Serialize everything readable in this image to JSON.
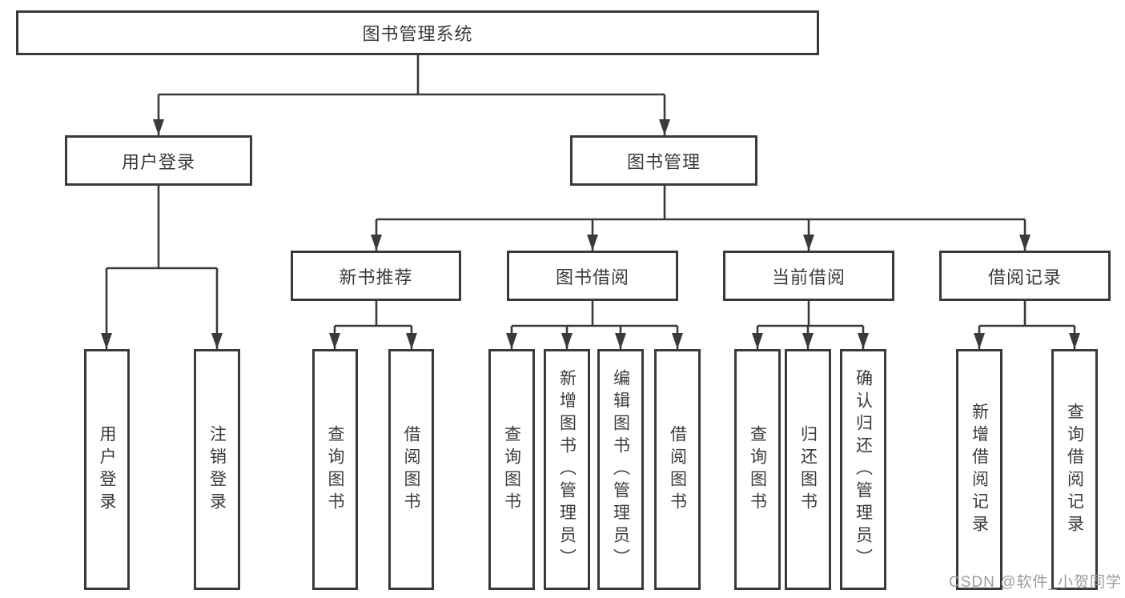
{
  "watermark": "CSDN @软件_小贺同学",
  "colors": {
    "line": "#3a3a3a",
    "text": "#3b3b3b",
    "background": "#ffffff",
    "watermark": "#9c9c9c"
  },
  "nodes": {
    "root": {
      "label": "图书管理系统"
    },
    "user_login": {
      "label": "用户登录"
    },
    "book_mgmt": {
      "label": "图书管理"
    },
    "new_book_rec": {
      "label": "新书推荐"
    },
    "book_borrow": {
      "label": "图书借阅"
    },
    "current_borrow": {
      "label": "当前借阅"
    },
    "borrow_records": {
      "label": "借阅记录"
    },
    "leaf_user_login": {
      "label": "用户登录"
    },
    "leaf_logout": {
      "label": "注销登录"
    },
    "leaf_rec_query_books": {
      "label": "查询图书"
    },
    "leaf_rec_borrow_books": {
      "label": "借阅图书"
    },
    "leaf_bor_query_books": {
      "label": "查询图书"
    },
    "leaf_bor_add_books": {
      "label": "新增图书（管理员）"
    },
    "leaf_bor_edit_books": {
      "label": "编辑图书（管理员）"
    },
    "leaf_bor_borrow_books": {
      "label": "借阅图书"
    },
    "leaf_cur_query_books": {
      "label": "查询图书"
    },
    "leaf_cur_return_books": {
      "label": "归还图书"
    },
    "leaf_cur_confirm_return": {
      "label": "确认归还（管理员）"
    },
    "leaf_records_add": {
      "label": "新增借阅记录"
    },
    "leaf_records_query": {
      "label": "查询借阅记录"
    }
  }
}
